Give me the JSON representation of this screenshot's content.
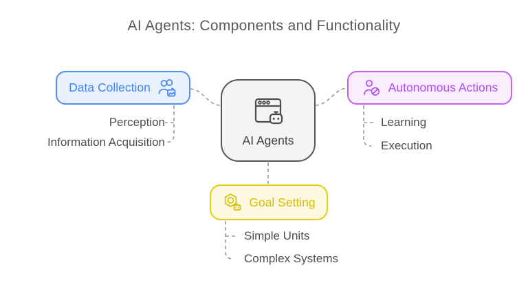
{
  "title": "AI Agents: Components and Functionality",
  "center_node": {
    "label": "AI Agents",
    "icon": "browser-robot-icon"
  },
  "branches": {
    "data_collection": {
      "label": "Data Collection",
      "icon": "users-image-icon",
      "children": [
        "Perception",
        "Information Acquisition"
      ]
    },
    "autonomous_actions": {
      "label": "Autonomous Actions",
      "icon": "user-ban-icon",
      "children": [
        "Learning",
        "Execution"
      ]
    },
    "goal_setting": {
      "label": "Goal Setting",
      "icon": "hexagon-gear-robot-icon",
      "children": [
        "Simple Units",
        "Complex Systems"
      ]
    }
  },
  "colors": {
    "blue-border": "#4e90f3",
    "blue-bg": "#e9f1fd",
    "blue-text": "#4285f4",
    "purple-border": "#c55ef2",
    "purple-bg": "#f9eefe",
    "purple-text": "#b44cf0",
    "yellow-border": "#e5ce10",
    "yellow-bg": "#fdf9e1",
    "yellow-text": "#d8bd05",
    "node-border": "#55565a",
    "node-bg": "#f4f4f2",
    "node-text": "#404143",
    "title-text": "#58595b",
    "label-text": "#4c4d4f",
    "connector": "#9a9a9a"
  }
}
